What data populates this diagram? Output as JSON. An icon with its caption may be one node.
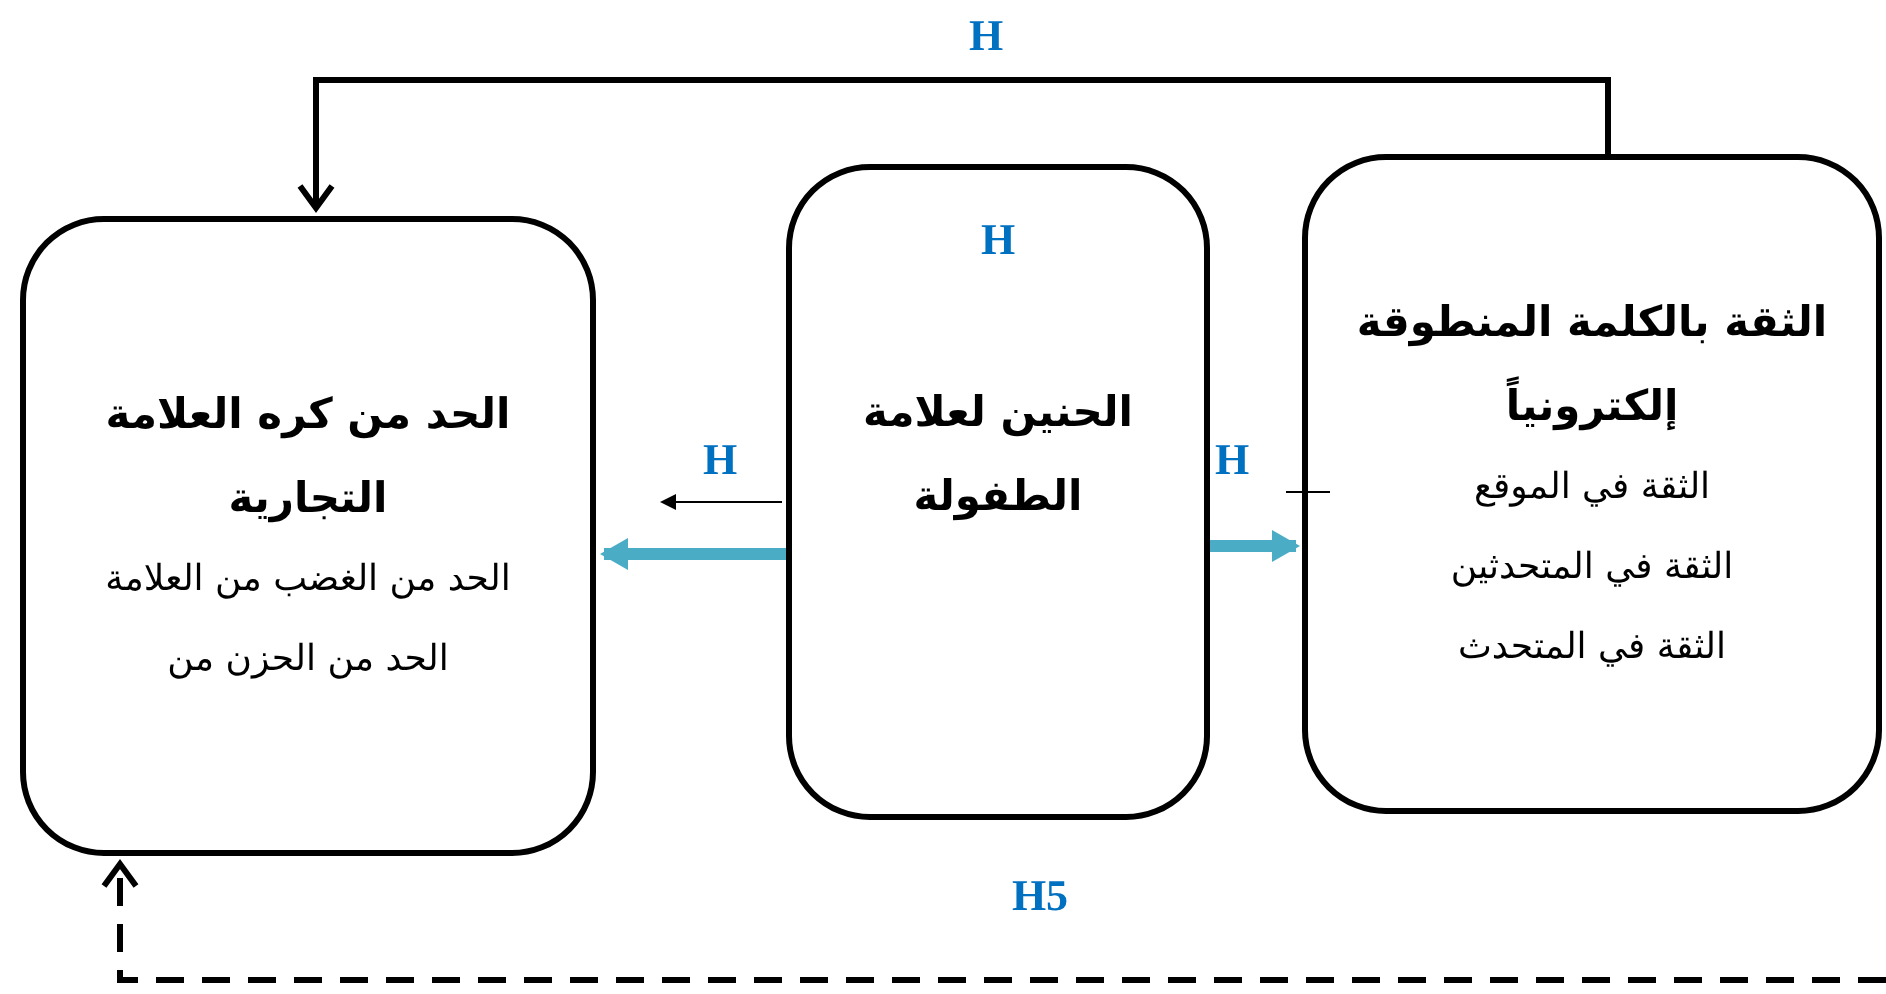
{
  "diagram": {
    "nodes": [
      {
        "text": [
          "الحد من كره العلامة التجارية",
          "الحد من الغضب من العلامة",
          "الحد من الحزن من"
        ]
      },
      {
        "text": [
          "H",
          "الحنين لعلامة الطفولة"
        ]
      },
      {
        "text": [
          "الثقة بالكلمة المنطوقة إلكترونياً",
          "الثقة في الموقع",
          "الثقة في المتحدثين",
          "الثقة في المتحدث"
        ]
      }
    ],
    "edges": [
      {
        "from": 2,
        "to": 0,
        "arrow": "to",
        "label": "H"
      },
      {
        "from": 1,
        "to": 0,
        "arrow": "to",
        "label": "H",
        "style": "thick",
        "color": "#4bacc6"
      },
      {
        "from": 1,
        "to": 2,
        "arrow": "to",
        "label": "H",
        "style": "thick",
        "color": "#4bacc6"
      },
      {
        "from": null,
        "to": 0,
        "arrow": "to",
        "label": "H5",
        "style": "dashed"
      }
    ]
  }
}
